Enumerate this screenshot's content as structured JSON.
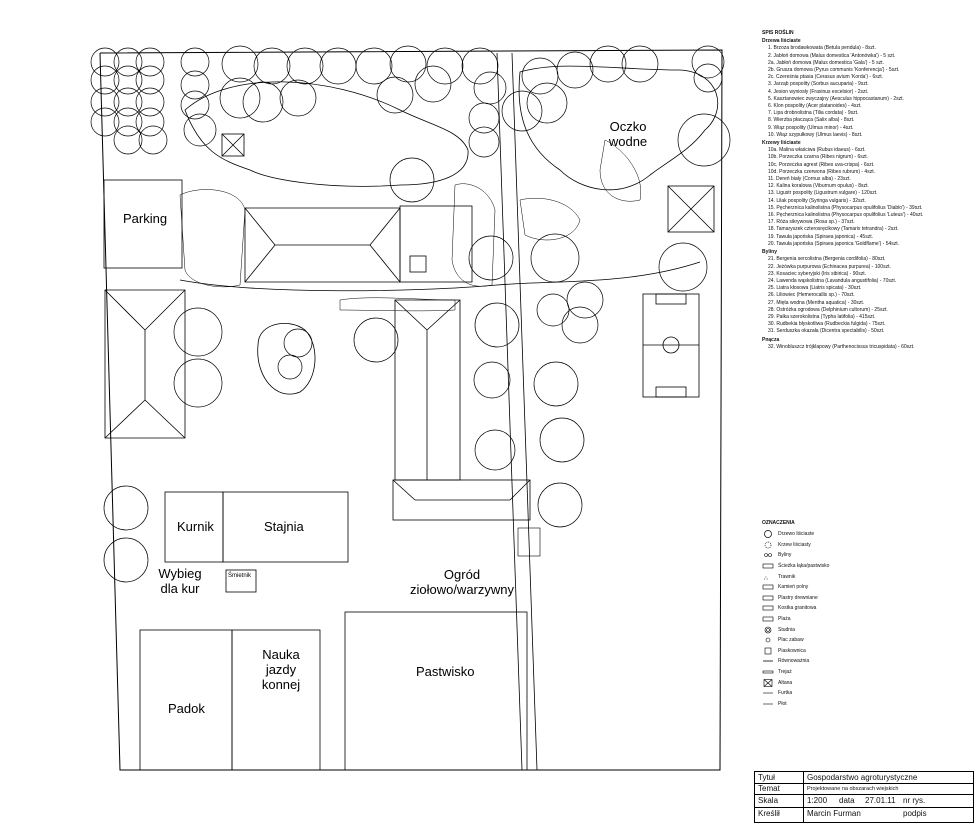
{
  "plan": {
    "areas": {
      "parking": "Parking",
      "pond": "Oczko wodne",
      "henhouse": "Kurnik",
      "stable": "Stajnia",
      "chicken_run": "Wybieg dla kur",
      "trash": "Śmietnik",
      "herb_garden": "Ogród ziołowo/warzywny",
      "pasture": "Pastwisko",
      "paddock": "Padok",
      "riding": "Nauka jazdy konnej"
    }
  },
  "legend": {
    "title": "SPIS ROŚLIN",
    "groups": [
      {
        "name": "Drzewa liściaste",
        "items": [
          "1. Brzoza brodawkowata (Betula pendula) - 8szt.",
          "2. Jabłoń domowa (Malus domestica 'Antonówka') - 5 szt.",
          "2a. Jabłoń domowa (Malus domestica 'Gala') - 5 szt.",
          "2b. Grusza domowa (Pyrus communis 'Konferencja') - 5szt.",
          "2c. Czereśnia ptasia (Cerasus avium 'Korda') - 6szt.",
          "3. Jarząb pospolity (Sorbus aucuparia) - 9szt.",
          "4. Jesion wyniosły (Fraxinus excelsior) - 2szt.",
          "5. Kasztanowiec zwyczajny (Aesculus hippocastanum) - 2szt.",
          "6. Klon pospolity (Acer platanoides) - 4szt.",
          "7. Lipa drobnolistna (Tilia cordata) - 9szt.",
          "8. Wierzba płacząca (Salix alba) - 8szt.",
          "9. Wiąz pospolity (Ulmus minor) - 4szt.",
          "10. Wiąz szypułkowy (Ulmus laevis) - 8szt."
        ]
      },
      {
        "name": "Krzewy liściaste",
        "items": [
          "10a. Malina właściwa (Rubus idaeus) - 6szt.",
          "10b. Porzeczka czarna (Ribes nigrum) - 6szt.",
          "10c. Porzeczka agrest (Ribes uva-crispa) - 6szt.",
          "10d. Porzeczka czerwona (Ribes rubrum) - 4szt.",
          "11. Dereń biały (Cornus alba) - 23szt.",
          "12. Kalina koralowa (Viburnum opulus) - 8szt.",
          "13. Ligustr pospolity (Ligustrum vulgare) - 120szt.",
          "14. Lilak pospolity (Syringa vulgaris) - 32szt.",
          "15. Pęcherznica kalinolistna (Physocarpus opulifolius 'Diablo') - 39szt.",
          "16. Pęcherznica kalinolistna (Physocarpus opulifolius 'Luteus') - 40szt.",
          "17. Róża sikrywowa (Rosa sp.) - 37szt.",
          "18. Tamaryszek czterosręcikowy (Tamarix tetrandra) - 2szt.",
          "19. Tawuła japońska (Spiraea japonica) - 45szt.",
          "20. Tawuła japońska (Spiraea japonica 'Goldflame') - 54szt."
        ]
      },
      {
        "name": "Byliny",
        "items": [
          "21. Bergenia sercolistna (Bergenia cordifolia) - 80szt.",
          "22. Jeżówka purpurowa (Echinacea purpurea) - 100szt.",
          "23. Kosaciec syberyjski (Iris sibirica) - 90szt.",
          "24. Lawenda wąskolistna (Lavandula angustifolia) - 70szt.",
          "25. Liatra kłosowa (Liatris spicata) - 30szt.",
          "26. Liliowiec (Hemerocallis sp.) - 70szt.",
          "27. Mięta wodna (Mentha aquatica) - 30szt.",
          "28. Ostróżka ogrodowa (Delphinium cultorum) - 25szt.",
          "29. Pałka szerokolistna (Typha latifolia) - 415szt.",
          "30. Rudbekia błyskotliwa (Rudbeckia fulgida) - 75szt.",
          "31. Serduszka okazała (Dicentra spectabilis) - 50szt."
        ]
      },
      {
        "name": "Pnącza",
        "items": [
          "32. Winobluszcz trójklapowy (Parthenocissus tricuspidata) - 60szt."
        ]
      }
    ]
  },
  "signs": {
    "title": "OZNACZENIA",
    "items": [
      "Drzewo liściaste",
      "Krzew liściasty",
      "Byliny",
      "Ścieżka łąka/pastwisko",
      "Trawnik",
      "Kamień polny",
      "Plastry drewniane",
      "Kostka granitowa",
      "Plaża",
      "Studnia",
      "Plac zabaw",
      "Piaskownica",
      "Równoważnia",
      "Trejaż",
      "Altana",
      "Furtka",
      "Płot"
    ]
  },
  "title_block": {
    "r1_label": "Tytuł",
    "r1_value": "Gospodarstwo agroturystyczne",
    "r2_label": "Temat",
    "r2_value": "Projektowane na obszarach wiejskich",
    "r3_label": "Skala",
    "r3_scale": "1:200",
    "r3_date_label": "data",
    "r3_date": "27.01.11",
    "r3_no": "nr rys.",
    "r4_label": "Kreślił",
    "r4_value": "Marcin Furman",
    "r4_sign": "podpis"
  }
}
